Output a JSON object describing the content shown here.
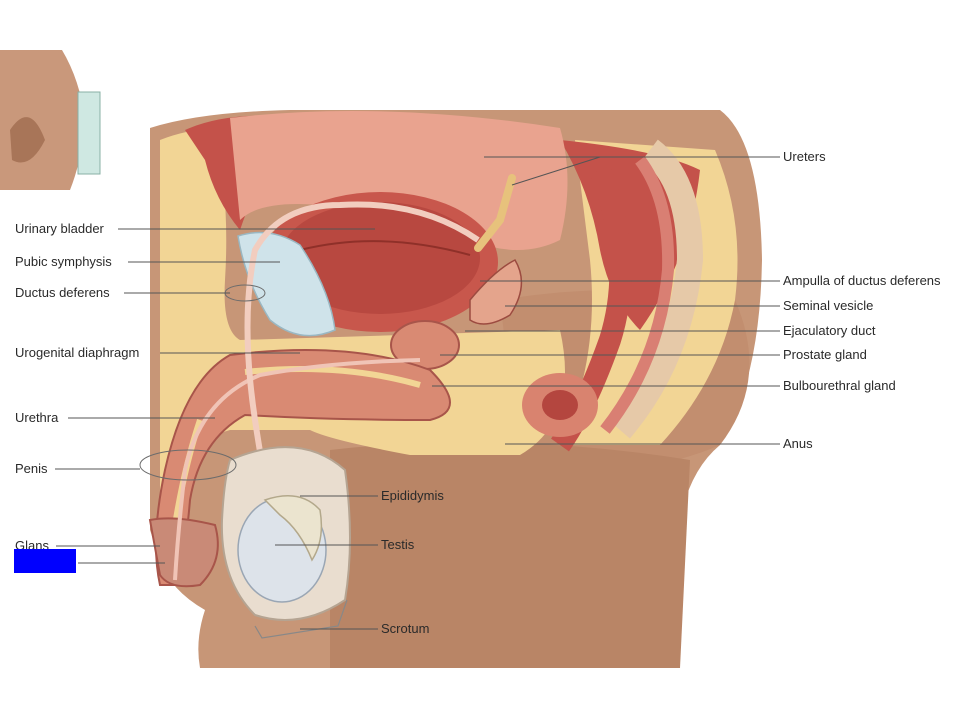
{
  "labels": {
    "left": {
      "urinary_bladder": "Urinary bladder",
      "pubic_symphysis": "Pubic symphysis",
      "ductus_deferens": "Ductus deferens",
      "urogenital_diaphragm": "Urogenital diaphragm",
      "urethra": "Urethra",
      "penis": "Penis",
      "glans": "Glans"
    },
    "right": {
      "ureters": "Ureters",
      "ampulla": "Ampulla of ductus deferens",
      "seminal_vesicle": "Seminal vesicle",
      "ejaculatory_duct": "Ejaculatory duct",
      "prostate_gland": "Prostate gland",
      "bulbourethral_gland": "Bulbourethral gland",
      "anus": "Anus"
    },
    "bottom": {
      "epididymis": "Epididymis",
      "testis": "Testis",
      "scrotum": "Scrotum"
    }
  },
  "colors": {
    "background": "#ffffff",
    "skin": "#c79677",
    "skin_dark": "#a87558",
    "fat": "#f2d595",
    "muscle": "#c8574c",
    "bladder_inner": "#e9a38f",
    "erectile": "#d98a73",
    "cartilage": "#cfe3ea",
    "leader_line": "#555555",
    "redaction_box": "#0000ff"
  }
}
